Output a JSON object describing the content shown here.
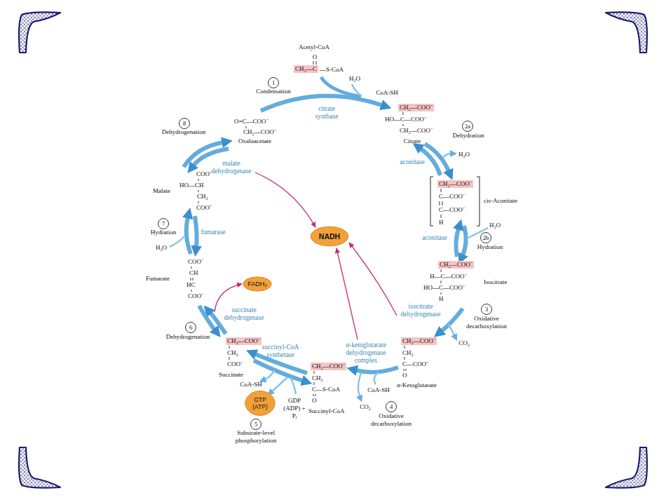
{
  "diagram": {
    "nodes": [
      {
        "text": [
          "CH₃—C"
        ]
      },
      {
        "text": [
          "CH₂—COO⁻"
        ]
      },
      {
        "text": [
          "CH₂—COO⁻"
        ]
      },
      {
        "text": [
          "CH₂—COO⁻"
        ]
      },
      {
        "text": [
          "CH₂—COO⁻"
        ]
      },
      {
        "text": [
          "CH₂—COO⁻"
        ]
      },
      {
        "text": [
          "CH₂—COO⁻"
        ]
      },
      {
        "text": [
          "NADH"
        ]
      },
      {
        "text": [
          "FADH₂"
        ]
      },
      {
        "text": [
          "GTP (ATP)"
        ]
      }
    ],
    "labels": [
      "Acetyl-CoA",
      "O",
      "—S-CoA",
      "1",
      "Condensation",
      "citrate synthase",
      "H₂O",
      "CoA-SH",
      "HO—C—COO⁻",
      "CH₂—COO⁻",
      "Citrate",
      "2a",
      "Dehydration",
      "H₂O",
      "aconitase",
      "C—COO⁻",
      "C—COO⁻",
      "H",
      "cis-Aconitate",
      "H₂O",
      "2b",
      "Hydration",
      "aconitase",
      "H—C—COO⁻",
      "HO—C—COO⁻",
      "H",
      "Isocitrate",
      "isocitrate dehydrogenase",
      "3",
      "Oxidative decarboxylation",
      "CO₂",
      "CH₂",
      "C—COO⁻",
      "O",
      "α-Ketoglutarate",
      "α-ketoglutarate dehydrogenase complex",
      "CoA-SH",
      "CO₂",
      "4",
      "Oxidative decarboxylation",
      "CH₂",
      "C—S-CoA",
      "O",
      "Succinyl-CoA",
      "succinyl-CoA synthetase",
      "GDP (ADP) + Pᵢ",
      "CoA-SH",
      "5",
      "Substrate-level phosphorylation",
      "CH₂",
      "COO⁻",
      "Succinate",
      "succinate dehydrogenase",
      "6",
      "Dehydrogenation",
      "COO⁻",
      "CH",
      "HC",
      "COO⁻",
      "Fumarate",
      "7",
      "Hydration",
      "fumarase",
      "H₂O",
      "COO⁻",
      "HO—CH",
      "CH₂",
      "COO⁻",
      "Malate",
      "malate dehydrogenase",
      "8",
      "Dehydrogenation",
      "O=C—COO⁻",
      "CH₂—COO⁻",
      "Oxaloacetate"
    ]
  }
}
